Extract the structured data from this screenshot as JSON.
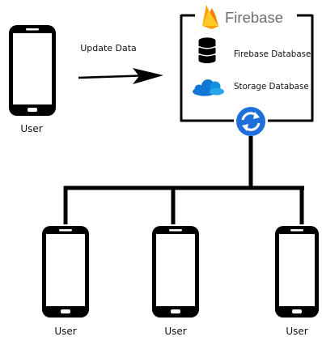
{
  "colors": {
    "ink": "#000000",
    "firebase_yellow": "#FFCA28",
    "firebase_orange": "#FFA000",
    "firebase_red": "#F57C00",
    "firebase_text": "#6E6E6E",
    "onedrive_blue": "#0F78D4",
    "sync_blue": "#1E6FD9"
  },
  "icons": {
    "phone": "smartphone-icon",
    "database": "database-icon",
    "storage": "cloud-icon",
    "sync": "sync-icon",
    "brand": "firebase-flame-icon"
  },
  "top_user": {
    "label": "User"
  },
  "arrow": {
    "label": "Update Data"
  },
  "firebase": {
    "title": "Firebase",
    "items": [
      {
        "label": "Firebase Database"
      },
      {
        "label": "Storage Database"
      }
    ]
  },
  "bottom_users": [
    {
      "label": "User"
    },
    {
      "label": "User"
    },
    {
      "label": "User"
    }
  ]
}
